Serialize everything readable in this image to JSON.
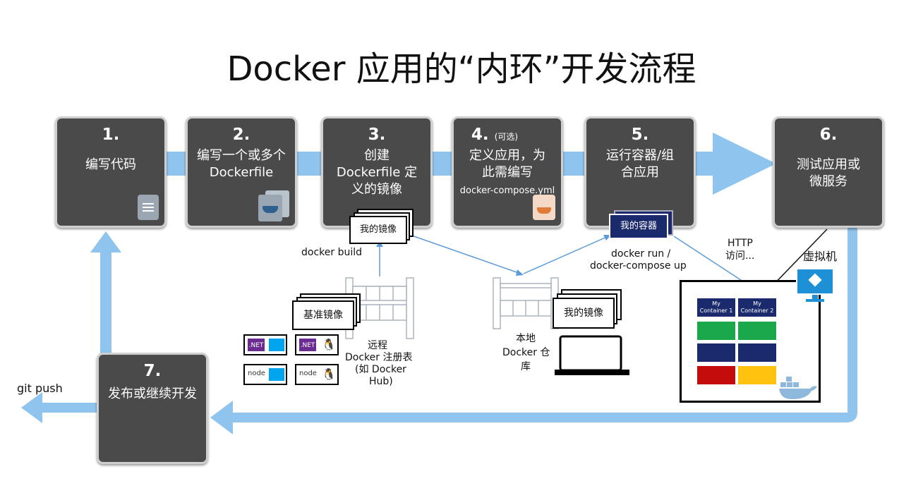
{
  "title": "Docker 应用的“内环”开发流程",
  "steps": [
    {
      "num": "1.",
      "text": "编写代码",
      "icon": "document-icon"
    },
    {
      "num": "2.",
      "text_line1": "编写一个或多个",
      "text_line2": "Dockerfile",
      "icon": "docker-files-icon"
    },
    {
      "num": "3.",
      "text_line1": "创建",
      "text_line2": "Dockerfile 定",
      "text_line3": "义的镜像"
    },
    {
      "num": "4.",
      "optional": "(可选)",
      "text_line1": "定义应用，为",
      "text_line2": "此需编写",
      "text_line3": "docker-compose.yml",
      "icon": "compose-file-icon"
    },
    {
      "num": "5.",
      "text_line1": "运行容器/组",
      "text_line2": "合应用"
    },
    {
      "num": "6.",
      "text_line1": "测试应用或",
      "text_line2": "微服务"
    },
    {
      "num": "7.",
      "text": "发布或继续开发"
    }
  ],
  "cards": {
    "my_image_build": "我的镜像",
    "base_image": "基准镜像",
    "my_image_local": "我的镜像",
    "my_container": "我的容器"
  },
  "labels": {
    "docker_build": "docker build",
    "remote_registry_1": "远程",
    "remote_registry_2": "Docker 注册表",
    "remote_registry_3": "(如 Docker",
    "remote_registry_4": "Hub)",
    "local_repo_1": "本地",
    "local_repo_2": "Docker 仓",
    "local_repo_3": "库",
    "docker_run_1": "docker run /",
    "docker_run_2": "docker-compose up",
    "http_1": "HTTP",
    "http_2": "访问...",
    "vm": "虚拟机",
    "git_push": "git push",
    "container1_1": "My",
    "container1_2": "Container 1",
    "container2_1": "My",
    "container2_2": "Container 2",
    "net1": ".NET",
    "net2": ".NET",
    "node1": "node",
    "node2": "node"
  },
  "colors": {
    "arrow": "#8fc4ee",
    "step_bg": "#4a4a4a",
    "container_navy": "#1a2a6c",
    "green": "#1aa84a",
    "red": "#c40c0c",
    "yellow": "#ffc20e",
    "docker_blue": "#2496ed"
  }
}
